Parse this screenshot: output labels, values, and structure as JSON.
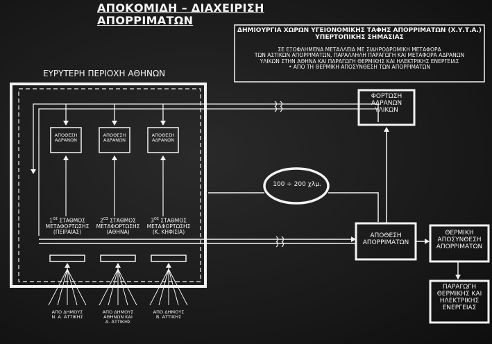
{
  "title": "ΑΠΟΚΟΜΙΔΗ – ΔΙΑΧΕΙΡΙΣΗ ΑΠΟΡΡΙΜΑΤΩΝ",
  "info": {
    "heading_line1": "ΔΗΜΙΟΥΡΓΙΑ ΧΩΡΩΝ ΥΓΕΙΟΝΟΜΙΚΗΣ ΤΑΦΗΣ ΑΠΟΡΡΙΜΑΤΩΝ (Χ.Υ.Τ.Α.)",
    "heading_line2": "ΥΠΕΡΤΟΠΙΚΗΣ ΣΗΜΑΣΙΑΣ",
    "body_line1": "ΣΕ ΕΞΟΦΛΗΜΕΝΑ ΜΕΤΑΛΛΕΙΑ ΜΕ ΣΙΔΗΡΟΔΡΟΜΙΚΗ ΜΕΤΑΦΟΡΑ",
    "body_line2": "ΤΩΝ ΑΣΤΙΚΩΝ ΑΠΟΡΡΙΜΑΤΩΝ, ΠΑΡΑΛΛΗΛΗ ΠΑΡΑΓΩΓΗ ΚΑΙ ΜΕΤΑΦΟΡΑ ΑΔΡΑΝΩΝ",
    "body_line3": "ΥΛΙΚΩΝ ΣΤΗΝ ΑΘΗΝΑ ΚΑΙ ΠΑΡΑΓΩΓΗ ΘΕΡΜΙΚΗΣ ΚΑΙ ΗΛΕΚΤΡΙΚΗΣ ΕΝΕΡΓΕΙΑΣ",
    "body_line4": "•  ΑΠΟ ΤΗ ΘΕΡΜΙΚΗ ΑΠΟΣΥΝΘΕΣΗ ΤΩΝ ΑΠΟΡΡΙΜΑΤΩΝ"
  },
  "region_label": "ΕΥΡΥΤΕΡΗ ΠΕΡΙΟΧΗ ΑΘΗΝΩΝ",
  "storage_boxes": [
    {
      "line1": "ΑΠΟΘΕΣΗ",
      "line2": "ΑΔΡΑΝΩΝ"
    },
    {
      "line1": "ΑΠΟΘΕΣΗ",
      "line2": "ΑΔΡΑΝΩΝ"
    },
    {
      "line1": "ΑΠΟΘΕΣΗ",
      "line2": "ΑΔΡΑΝΩΝ"
    }
  ],
  "stations": [
    {
      "number": "1",
      "suffix": "ος",
      "line1": "ΣΤΑΘΜΟΣ",
      "line2": "ΜΕΤΑΦΟΡΤΩΣΗΣ",
      "place": "(ΠΕΙΡΑΙΑΣ)"
    },
    {
      "number": "2",
      "suffix": "ος",
      "line1": "ΣΤΑΘΜΟΣ",
      "line2": "ΜΕΤΑΦΟΡΤΩΣΗΣ",
      "place": "(ΑΘΗΝΑ)"
    },
    {
      "number": "3",
      "suffix": "ος",
      "line1": "ΣΤΑΘΜΟΣ",
      "line2": "ΜΕΤΑΦΟΡΤΩΣΗΣ",
      "place": "(Κ. ΚΗΦΙΣΙΑ)"
    }
  ],
  "sources": [
    {
      "line1": "ΑΠΟ ΔΗΜΟΥΣ",
      "line2": "Ν. Α. ΑΤΤΙΚΗΣ",
      "line3": ""
    },
    {
      "line1": "ΑΠΟ ΔΗΜΟΥΣ",
      "line2": "ΑΘΗΝΩΝ ΚΑΙ",
      "line3": "Δ. ΑΤΤΙΚΗΣ"
    },
    {
      "line1": "ΑΠΟ ΔΗΜΟΥΣ",
      "line2": "Β. ΑΤΤΙΚΗΣ",
      "line3": ""
    }
  ],
  "distance_label": "100 ÷ 200 χλμ.",
  "loading": {
    "line1": "ΦΟΡΤΩΣΗ",
    "line2": "ΑΔΡΑΝΩΝ",
    "line3": "ΥΛΙΚΩΝ"
  },
  "waste_storage": {
    "line1": "ΑΠΟΘΕΣΗ",
    "line2": "ΑΠΟΡΡΙΜΑΤΩΝ"
  },
  "thermal": {
    "line1": "ΘΕΡΜΙΚΗ",
    "line2": "ΑΠΟΣΥΝΘΕΣΗ",
    "line3": "ΑΠΟΡΡΙΜΑΤΩΝ"
  },
  "energy": {
    "line1": "ΠΑΡΑΓΩΓΗ",
    "line2": "ΘΕΡΜΙΚΗΣ ΚΑΙ",
    "line3": "ΗΛΕΚΤΡΙΚΗΣ",
    "line4": "ΕΝΕΡΓΕΙΑΣ"
  },
  "colors": {
    "background": "#1b1b1b",
    "ink": "#f2f2f2"
  }
}
